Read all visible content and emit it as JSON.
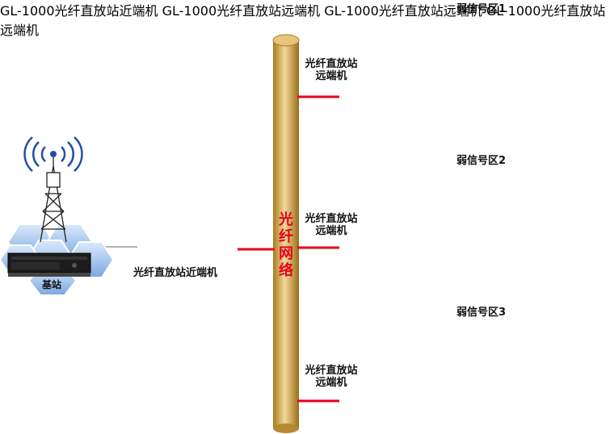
{
  "diagram": {
    "fiber_network_label": "光纤网络",
    "base_station_label": "基站",
    "near_end_label": "光纤直放站近端机",
    "near_end_device_text": "GL-1000光纤直放站近端机",
    "remote_device_text": "GL-1000光纤直放站远端机",
    "zones": [
      {
        "title": "弱信号区1",
        "remote_label_line1": "光纤直放站",
        "remote_label_line2": "远端机"
      },
      {
        "title": "弱信号区2",
        "remote_label_line1": "光纤直放站",
        "remote_label_line2": "远端机"
      },
      {
        "title": "弱信号区3",
        "remote_label_line1": "光纤直放站",
        "remote_label_line2": "远端机"
      }
    ]
  },
  "colors": {
    "fiber_line": "#e8001c",
    "tube_gold": "#c9a24a",
    "building_gray": "#8c8c8c",
    "roof_dark": "#6e6e6e",
    "hex_blue": "#a9c8ef",
    "radio_yellow": "#ffee00"
  }
}
